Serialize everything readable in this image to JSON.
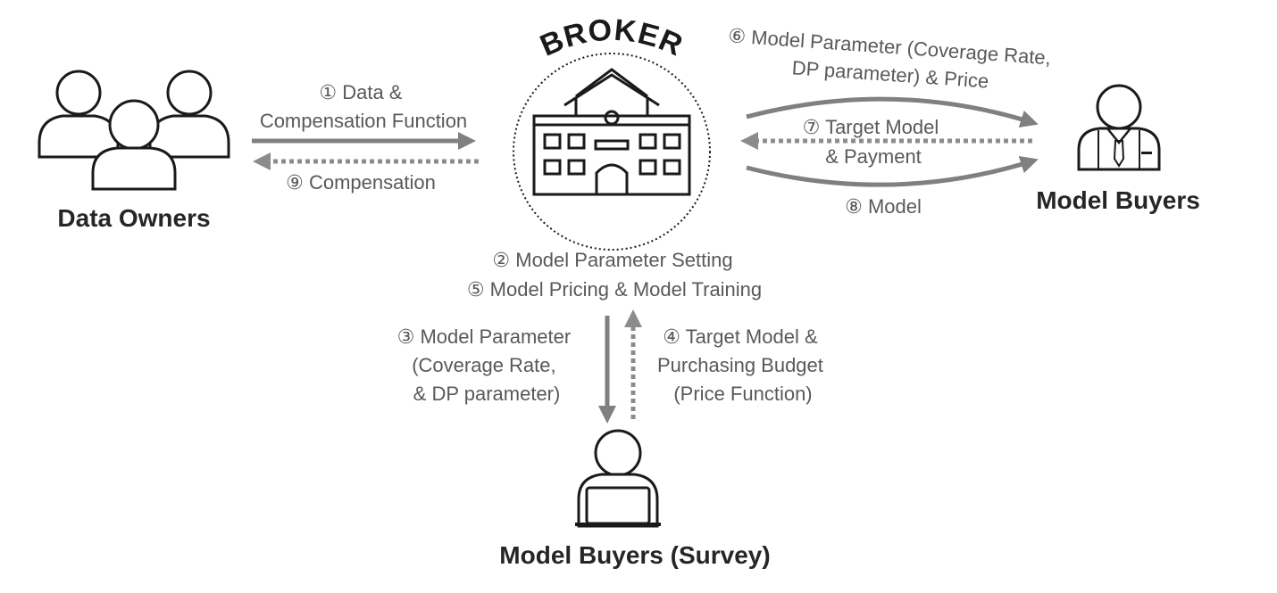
{
  "broker": {
    "title": "BROKER"
  },
  "actors": {
    "data_owners": "Data Owners",
    "model_buyers": "Model Buyers",
    "model_buyers_survey": "Model Buyers (Survey)"
  },
  "flows": {
    "step1": {
      "line1": "① Data &",
      "line2": "Compensation Function"
    },
    "step9": {
      "line1": "⑨ Compensation"
    },
    "step2": {
      "line1": "② Model Parameter Setting"
    },
    "step5": {
      "line1": "⑤ Model Pricing & Model Training"
    },
    "step3": {
      "line1": "③ Model Parameter",
      "line2": "(Coverage Rate,",
      "line3": "& DP parameter)"
    },
    "step4": {
      "line1": "④ Target Model &",
      "line2": "Purchasing Budget",
      "line3": "(Price Function)"
    },
    "step6": {
      "line1": "⑥ Model Parameter (Coverage Rate,",
      "line2": "DP parameter) & Price"
    },
    "step7": {
      "line1": "⑦ Target Model",
      "line2": "& Payment"
    },
    "step8": {
      "line1": "⑧ Model"
    }
  },
  "colors": {
    "arrow": "#808080",
    "label_text": "#595959",
    "actor_text": "#262626",
    "icon_stroke": "#1a1a1a"
  },
  "icons": {
    "broker": "building-icon",
    "data_owners": "user-group-icon",
    "model_buyers": "businessman-icon",
    "model_buyers_survey": "laptop-user-icon"
  }
}
